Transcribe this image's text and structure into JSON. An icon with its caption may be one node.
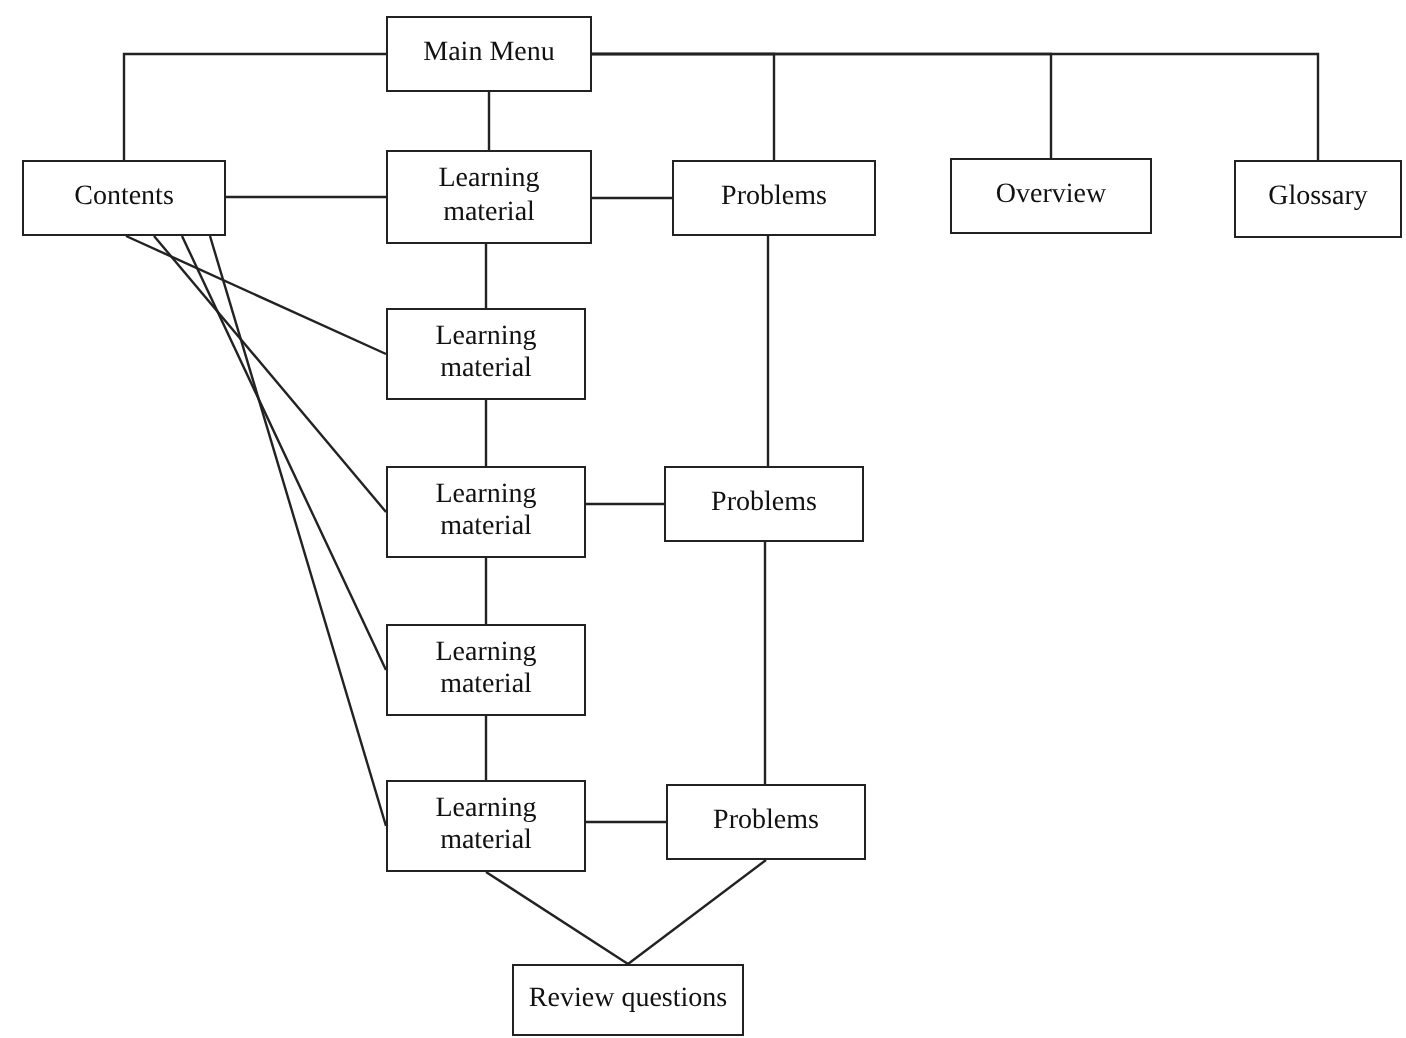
{
  "diagram": {
    "nodes": [
      {
        "text": [
          "Main Menu"
        ]
      },
      {
        "text": [
          "Contents"
        ]
      },
      {
        "text": [
          "Learning material"
        ]
      },
      {
        "text": [
          "Problems"
        ]
      },
      {
        "text": [
          "Overview"
        ]
      },
      {
        "text": [
          "Glossary"
        ]
      },
      {
        "text": [
          "Learning material"
        ]
      },
      {
        "text": [
          "Learning material"
        ]
      },
      {
        "text": [
          "Problems"
        ]
      },
      {
        "text": [
          "Learning material"
        ]
      },
      {
        "text": [
          "Learning material"
        ]
      },
      {
        "text": [
          "Problems"
        ]
      },
      {
        "text": [
          "Review questions"
        ]
      }
    ],
    "edges": [
      {
        "from": 0,
        "to": 1,
        "arrow": "none"
      },
      {
        "from": 0,
        "to": 2,
        "arrow": "none"
      },
      {
        "from": 0,
        "to": 3,
        "arrow": "none"
      },
      {
        "from": 0,
        "to": 4,
        "arrow": "none"
      },
      {
        "from": 0,
        "to": 5,
        "arrow": "none"
      },
      {
        "from": 1,
        "to": 2,
        "arrow": "none"
      },
      {
        "from": 2,
        "to": 3,
        "arrow": "none"
      },
      {
        "from": 1,
        "to": 6,
        "arrow": "none"
      },
      {
        "from": 1,
        "to": 7,
        "arrow": "none"
      },
      {
        "from": 1,
        "to": 9,
        "arrow": "none"
      },
      {
        "from": 1,
        "to": 10,
        "arrow": "none"
      },
      {
        "from": 2,
        "to": 6,
        "arrow": "none"
      },
      {
        "from": 6,
        "to": 7,
        "arrow": "none"
      },
      {
        "from": 7,
        "to": 9,
        "arrow": "none"
      },
      {
        "from": 9,
        "to": 10,
        "arrow": "none"
      },
      {
        "from": 3,
        "to": 8,
        "arrow": "none"
      },
      {
        "from": 8,
        "to": 11,
        "arrow": "none"
      },
      {
        "from": 7,
        "to": 8,
        "arrow": "none"
      },
      {
        "from": 10,
        "to": 11,
        "arrow": "none"
      },
      {
        "from": 10,
        "to": 12,
        "arrow": "none"
      },
      {
        "from": 11,
        "to": 12,
        "arrow": "none"
      }
    ]
  }
}
